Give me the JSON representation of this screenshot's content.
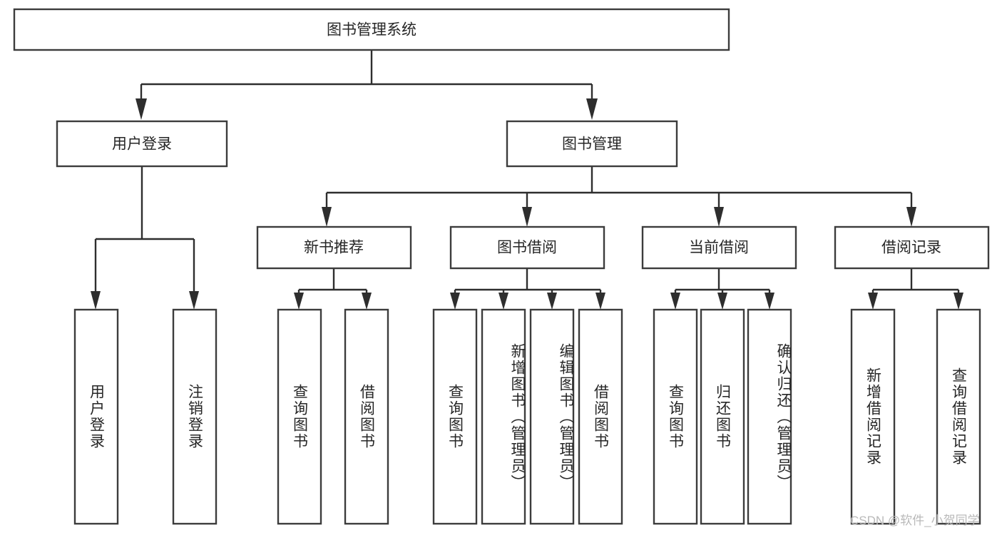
{
  "diagram": {
    "title": "图书管理系统",
    "type": "tree-hierarchy-diagram",
    "colors": {
      "box_stroke": "#3c3c3c",
      "box_fill": "#ffffff",
      "connector": "#2e2e2e",
      "text": "#262626",
      "background": "#ffffff",
      "watermark": "#b9b9b9"
    },
    "root": {
      "label": "图书管理系统"
    },
    "level2": [
      {
        "label": "用户登录"
      },
      {
        "label": "图书管理"
      }
    ],
    "level3": [
      {
        "label": "新书推荐"
      },
      {
        "label": "图书借阅"
      },
      {
        "label": "当前借阅"
      },
      {
        "label": "借阅记录"
      }
    ],
    "leaves": {
      "user_login": [
        {
          "label": "用户登录"
        },
        {
          "label": "注销登录"
        }
      ],
      "new_book_recommend": [
        {
          "label": "查询图书"
        },
        {
          "label": "借阅图书"
        }
      ],
      "book_borrow": [
        {
          "label": "查询图书"
        },
        {
          "label": "新增图书（管理员）"
        },
        {
          "label": "编辑图书（管理员）"
        },
        {
          "label": "借阅图书"
        }
      ],
      "current_borrow": [
        {
          "label": "查询图书"
        },
        {
          "label": "归还图书"
        },
        {
          "label": "确认归还（管理员）"
        }
      ],
      "borrow_record": [
        {
          "label": "新增借阅记录"
        },
        {
          "label": "查询借阅记录"
        }
      ]
    }
  },
  "watermark": {
    "text": "CSDN @软件_小贺同学"
  }
}
